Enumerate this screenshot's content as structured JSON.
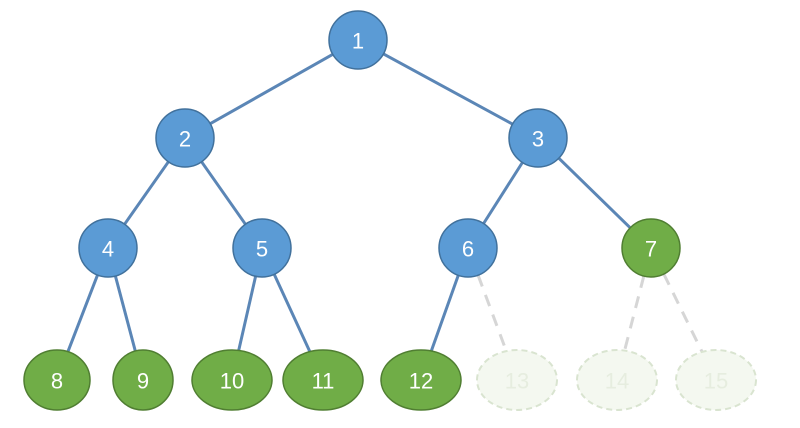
{
  "colors": {
    "internal_fill": "#5b9bd5",
    "internal_stroke": "#41719c",
    "leaf_fill": "#70ad47",
    "leaf_stroke": "#507e32",
    "ghost_fill": "#f4f8f0",
    "ghost_stroke": "#d9e4d0",
    "edge": "#5b86b6",
    "ghost_edge": "#d6d6d6"
  },
  "nodes": [
    {
      "id": "1",
      "label": "1",
      "kind": "internal"
    },
    {
      "id": "2",
      "label": "2",
      "kind": "internal"
    },
    {
      "id": "3",
      "label": "3",
      "kind": "internal"
    },
    {
      "id": "4",
      "label": "4",
      "kind": "internal"
    },
    {
      "id": "5",
      "label": "5",
      "kind": "internal"
    },
    {
      "id": "6",
      "label": "6",
      "kind": "internal"
    },
    {
      "id": "7",
      "label": "7",
      "kind": "leaf"
    },
    {
      "id": "8",
      "label": "8",
      "kind": "leaf"
    },
    {
      "id": "9",
      "label": "9",
      "kind": "leaf"
    },
    {
      "id": "10",
      "label": "10",
      "kind": "leaf"
    },
    {
      "id": "11",
      "label": "11",
      "kind": "leaf"
    },
    {
      "id": "12",
      "label": "12",
      "kind": "leaf"
    },
    {
      "id": "13",
      "label": "13",
      "kind": "ghost"
    },
    {
      "id": "14",
      "label": "14",
      "kind": "ghost"
    },
    {
      "id": "15",
      "label": "15",
      "kind": "ghost"
    }
  ],
  "edges": [
    {
      "from": "1",
      "to": "2",
      "style": "solid"
    },
    {
      "from": "1",
      "to": "3",
      "style": "solid"
    },
    {
      "from": "2",
      "to": "4",
      "style": "solid"
    },
    {
      "from": "2",
      "to": "5",
      "style": "solid"
    },
    {
      "from": "3",
      "to": "6",
      "style": "solid"
    },
    {
      "from": "3",
      "to": "7",
      "style": "solid"
    },
    {
      "from": "4",
      "to": "8",
      "style": "solid"
    },
    {
      "from": "4",
      "to": "9",
      "style": "solid"
    },
    {
      "from": "5",
      "to": "10",
      "style": "solid"
    },
    {
      "from": "5",
      "to": "11",
      "style": "solid"
    },
    {
      "from": "6",
      "to": "12",
      "style": "solid"
    },
    {
      "from": "6",
      "to": "13",
      "style": "dashed"
    },
    {
      "from": "7",
      "to": "14",
      "style": "dashed"
    },
    {
      "from": "7",
      "to": "15",
      "style": "dashed"
    }
  ]
}
